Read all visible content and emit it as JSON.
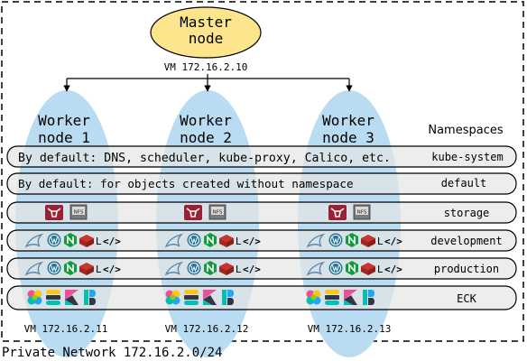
{
  "master": {
    "title_line1": "Master",
    "title_line2": "node",
    "vm": "VM 172.16.2.10"
  },
  "workers": [
    {
      "line1": "Worker",
      "line2": "node 1",
      "vm": "VM 172.16.2.11"
    },
    {
      "line1": "Worker",
      "line2": "node 2",
      "vm": "VM 172.16.2.12"
    },
    {
      "line1": "Worker",
      "line2": "node 3",
      "vm": "VM 172.16.2.13"
    }
  ],
  "namespaces_heading": "Namespaces",
  "namespaces": [
    {
      "name": "kube-system",
      "content": "By default: DNS, scheduler, kube-proxy, Calico, etc.",
      "icons": []
    },
    {
      "name": "default",
      "content": "By default: for objects created without namespace",
      "icons": []
    },
    {
      "name": "storage",
      "content": "",
      "icons": [
        "minio-bull-icon",
        "nfs-server-icon"
      ]
    },
    {
      "name": "development",
      "content": "",
      "icons": [
        "mysql-dolphin-icon",
        "wordpress-icon",
        "nginx-icon",
        "redis-icon",
        "laravel-code-icon"
      ]
    },
    {
      "name": "production",
      "content": "",
      "icons": [
        "mysql-dolphin-icon",
        "wordpress-icon",
        "nginx-icon",
        "redis-icon",
        "laravel-code-icon"
      ]
    },
    {
      "name": "ECK",
      "content": "",
      "icons": [
        "elastic-icon",
        "elasticsearch-icon",
        "kibana-icon",
        "beats-icon"
      ]
    }
  ],
  "icon_text": {
    "nfs": "NFS",
    "laravel_letter": "L",
    "code_glyph": "</>"
  },
  "network_label": "Private Network 172.16.2.0/24",
  "colors": {
    "master_fill": "#fde58e",
    "worker_fill": "#b9dcf2",
    "band_fill": "#e6e6e6",
    "outline": "#000000",
    "minio": "#9c2035",
    "wordpress": "#21759b",
    "nginx": "#129c3c",
    "redis": "#c8332b",
    "mysql": "#5f87a8"
  }
}
